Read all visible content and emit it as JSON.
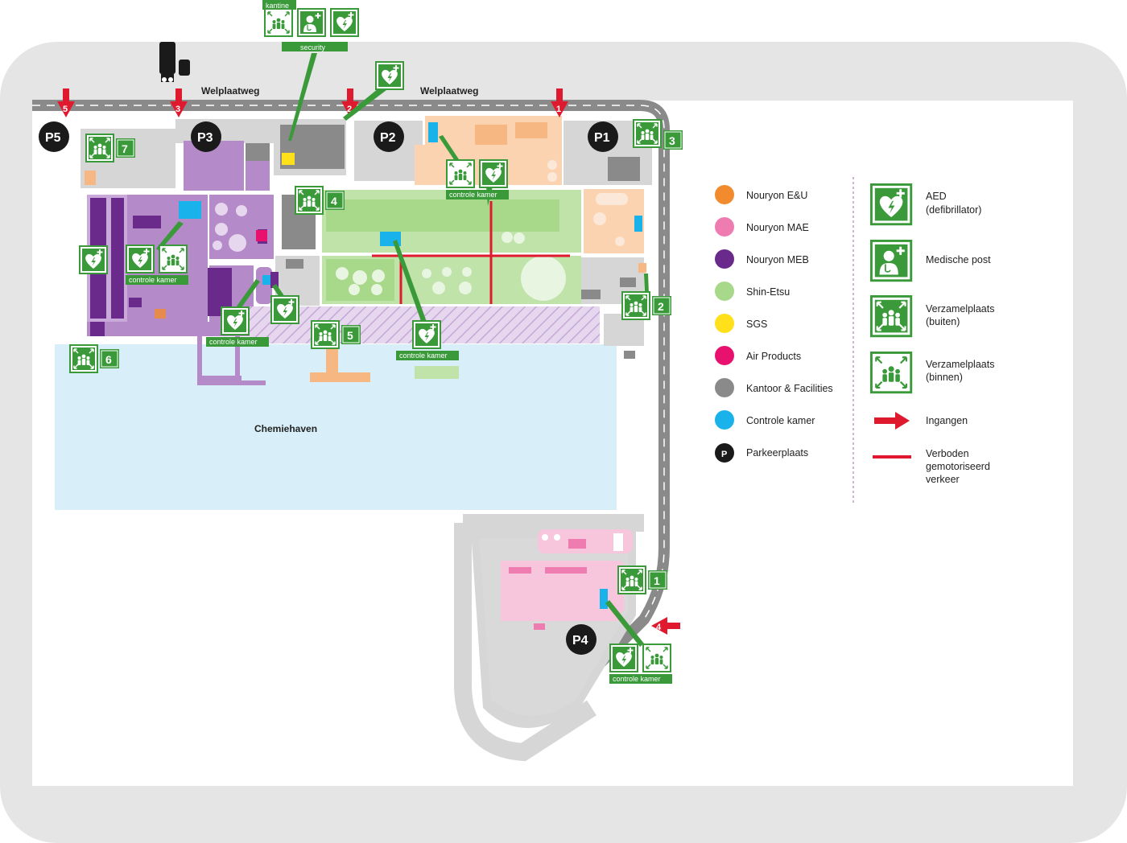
{
  "map": {
    "roads": [
      "Welplaatweg",
      "Welplaatweg"
    ],
    "harbor": "Chemiehaven",
    "parking": [
      "P5",
      "P3",
      "P2",
      "P1",
      "P4"
    ],
    "entrances": [
      "5",
      "3",
      "2",
      "1",
      "4"
    ],
    "assembly_numbers": [
      "7",
      "4",
      "3",
      "2",
      "6",
      "5",
      "1"
    ],
    "labels": {
      "kantine": "kantine",
      "security": "security",
      "controle_kamer": "controle kamer"
    }
  },
  "legend": {
    "colors": [
      {
        "label": "Nouryon E&U",
        "color": "#f28a2e"
      },
      {
        "label": "Nouryon MAE",
        "color": "#ef7cb1"
      },
      {
        "label": "Nouryon MEB",
        "color": "#6a2a8c"
      },
      {
        "label": "Shin-Etsu",
        "color": "#a8d88a"
      },
      {
        "label": "SGS",
        "color": "#ffe01a"
      },
      {
        "label": "Air Products",
        "color": "#e8116e"
      },
      {
        "label": "Kantoor & Facilities",
        "color": "#8a8a8a"
      },
      {
        "label": "Controle kamer",
        "color": "#1ab2ea"
      },
      {
        "label": "Parkeerplaats",
        "color": "#1a1a1a",
        "symbol": "P"
      }
    ],
    "icons": [
      {
        "label_1": "AED",
        "label_2": "(defibrillator)",
        "icon": "aed-icon"
      },
      {
        "label_1": "Medische post",
        "label_2": "",
        "icon": "medical-post-icon"
      },
      {
        "label_1": "Verzamelplaats",
        "label_2": "(buiten)",
        "icon": "assembly-outside-icon"
      },
      {
        "label_1": "Verzamelplaats",
        "label_2": "(binnen)",
        "icon": "assembly-inside-icon"
      },
      {
        "label_1": "Ingangen",
        "label_2": "",
        "icon": "entrance-arrow-icon"
      },
      {
        "label_1": "Verboden",
        "label_2": "gemotoriseerd",
        "label_3": "verkeer",
        "icon": "no-traffic-line-icon"
      }
    ]
  }
}
